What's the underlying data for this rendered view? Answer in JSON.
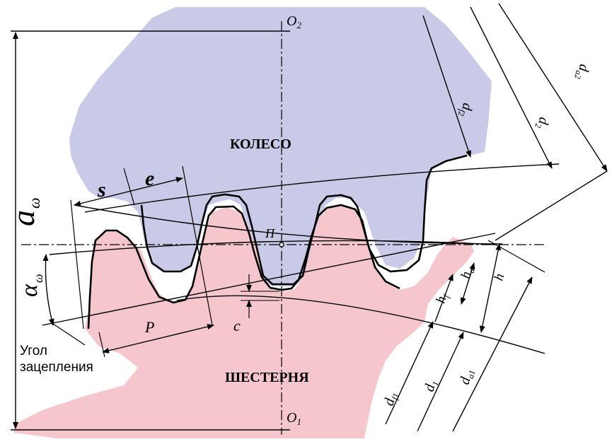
{
  "labels": {
    "wheel": "КОЛЕСО",
    "pinion": "ШЕСТЕРНЯ",
    "o2_main": "O",
    "o2_sub": "2",
    "o1_main": "O",
    "o1_sub": "1",
    "pitch_point": "П",
    "aw_main": "a",
    "aw_sub": "ω",
    "alpha_main": "α",
    "alpha_sub": "ω",
    "angle_line1": "Угол",
    "angle_line2": "зацепления",
    "s": "s",
    "e": "e",
    "p": "P",
    "c": "c",
    "da2_main": "d",
    "da2_sub": "a2",
    "d2_main": "d",
    "d2_sub": "2",
    "df2_main": "d",
    "df2_sub": "f2",
    "df1_main": "d",
    "df1_sub": "f1",
    "d1_main": "d",
    "d1_sub": "1",
    "da1_main": "d",
    "da1_sub": "a1",
    "hf_main": "h",
    "hf_sub": "f",
    "ha_main": "h",
    "ha_sub": "a",
    "h": "h"
  },
  "colors": {
    "wheel_fill": "#c9c9e8",
    "pinion_fill": "#f5c6cc",
    "wheel_text": "#1f2d8c",
    "pinion_text": "#e0203a",
    "line": "#000000"
  }
}
